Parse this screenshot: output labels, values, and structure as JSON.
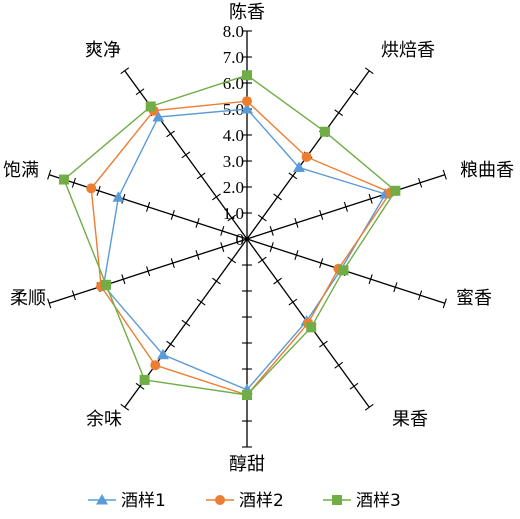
{
  "chart_data": {
    "type": "radar",
    "categories": [
      "陈香",
      "烘焙香",
      "粮曲香",
      "蜜香",
      "果香",
      "醇甜",
      "余味",
      "柔顺",
      "饱满",
      "爽净"
    ],
    "rlim": [
      0,
      8
    ],
    "ticks": [
      "0",
      "1.0",
      "2.0",
      "3.0",
      "4.0",
      "5.0",
      "6.0",
      "7.0",
      "8.0"
    ],
    "legend_position": "bottom",
    "series": [
      {
        "name": "酒样1",
        "marker": "triangle",
        "color": "#5B9BD5",
        "values": [
          5.0,
          3.4,
          5.6,
          3.8,
          3.9,
          5.8,
          5.5,
          5.8,
          5.2,
          5.8
        ]
      },
      {
        "name": "酒样2",
        "marker": "circle",
        "color": "#ED7D31",
        "values": [
          5.3,
          3.9,
          5.8,
          3.7,
          4.0,
          6.0,
          6.0,
          5.9,
          6.3,
          6.1
        ]
      },
      {
        "name": "酒样3",
        "marker": "square",
        "color": "#70AD47",
        "values": [
          6.3,
          5.1,
          6.0,
          3.9,
          4.2,
          6.0,
          6.7,
          5.7,
          7.4,
          6.3
        ]
      }
    ]
  }
}
